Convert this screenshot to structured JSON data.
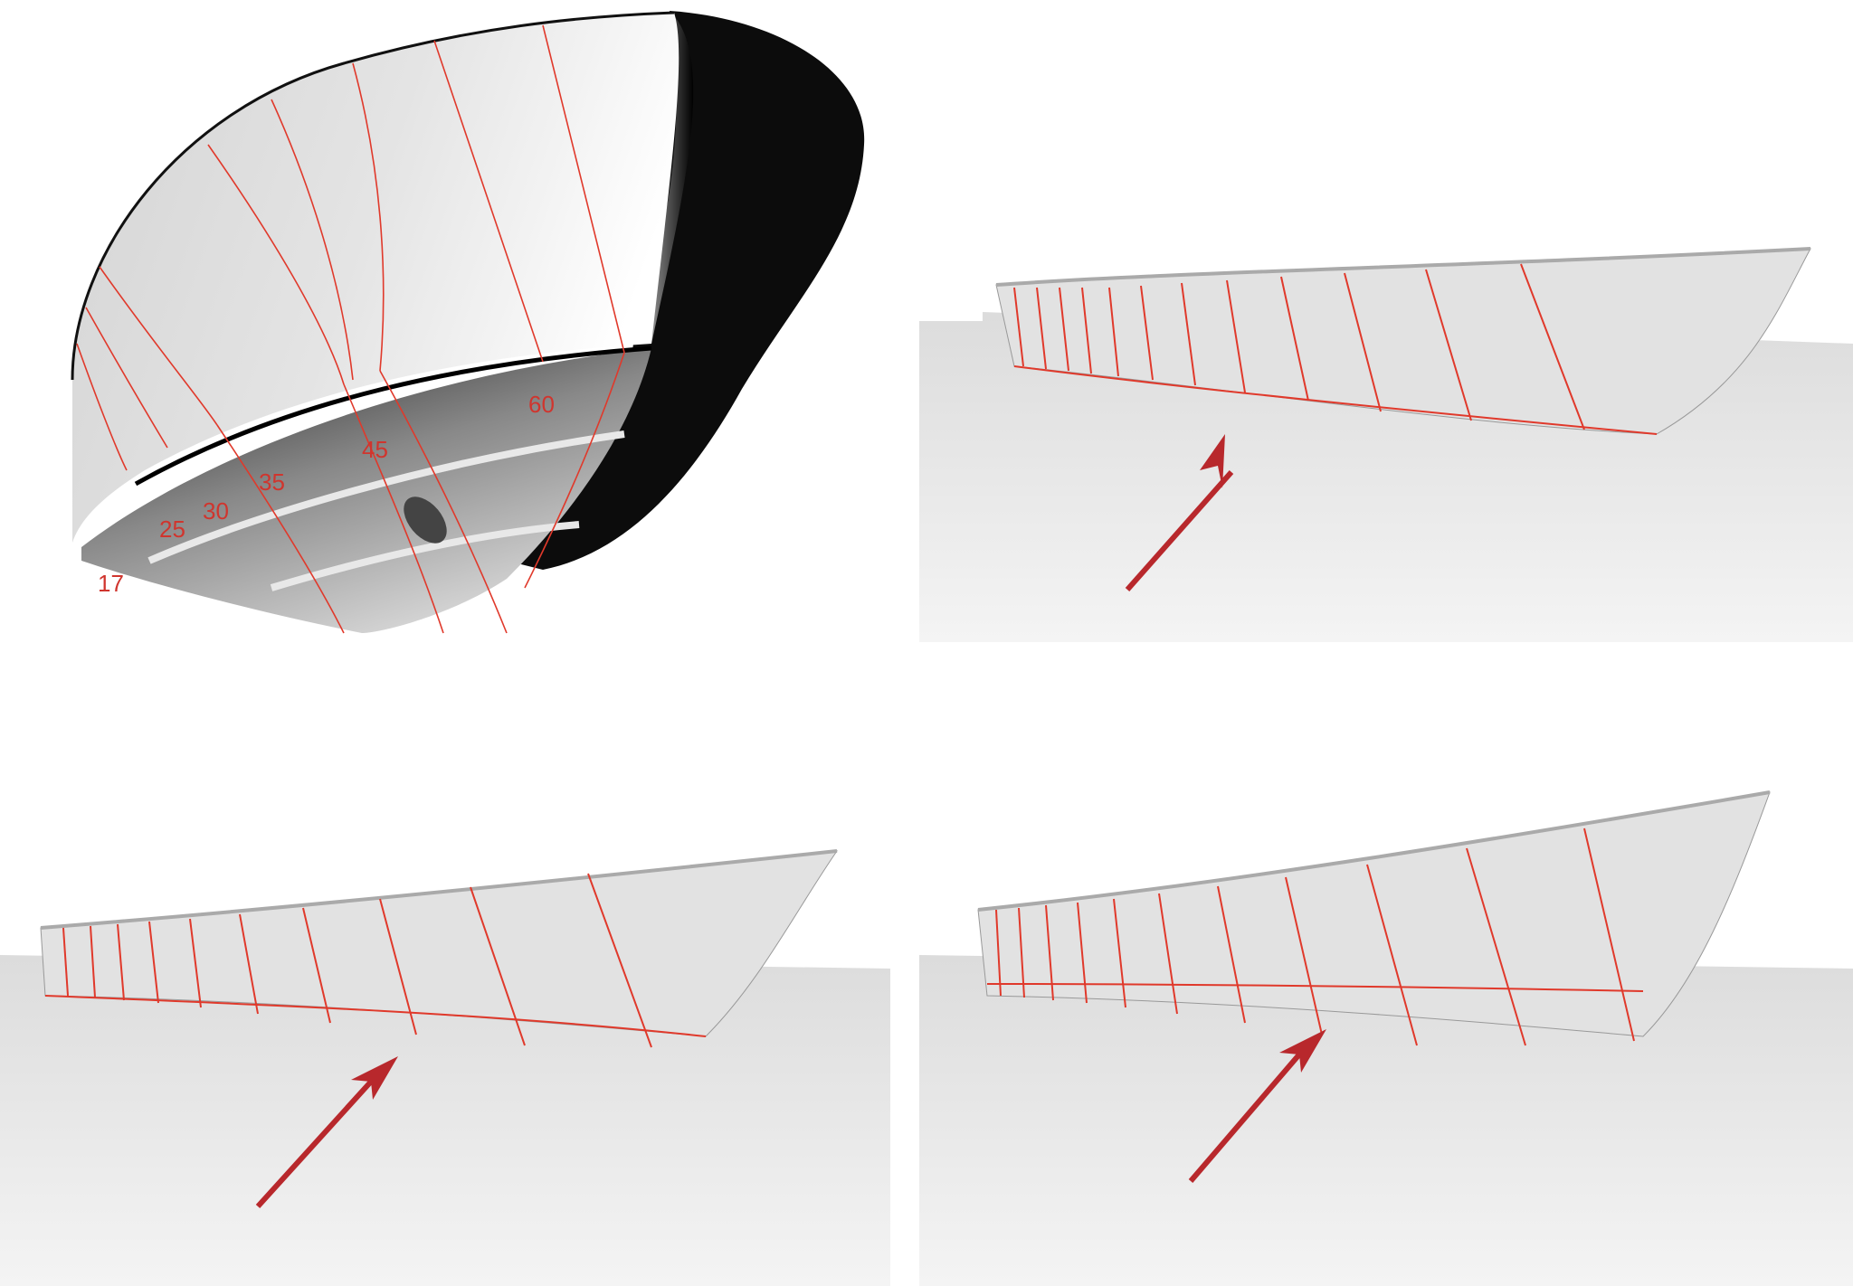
{
  "figure": {
    "layout": "2x2 panel grid",
    "panels": [
      {
        "id": "panel-1",
        "description": "Bow hull underside view with station lines",
        "station_labels": [
          "17",
          "25",
          "30",
          "35",
          "45",
          "60"
        ]
      },
      {
        "id": "panel-2",
        "description": "Hull side view with arrow pointing at chine",
        "arrow": true
      },
      {
        "id": "panel-3",
        "description": "Hull side view variant with arrow",
        "arrow": true
      },
      {
        "id": "panel-4",
        "description": "Hull side view variant with arrow",
        "arrow": true
      }
    ]
  },
  "labels": {
    "s17": "17",
    "s25": "25",
    "s30": "30",
    "s35": "35",
    "s45": "45",
    "s60": "60"
  },
  "colors": {
    "station_line": "#e0392b",
    "arrow": "#b8282c",
    "hull_light": "#e6e6e6",
    "hull_dark": "#111111",
    "ground": "#e9e9e9"
  }
}
